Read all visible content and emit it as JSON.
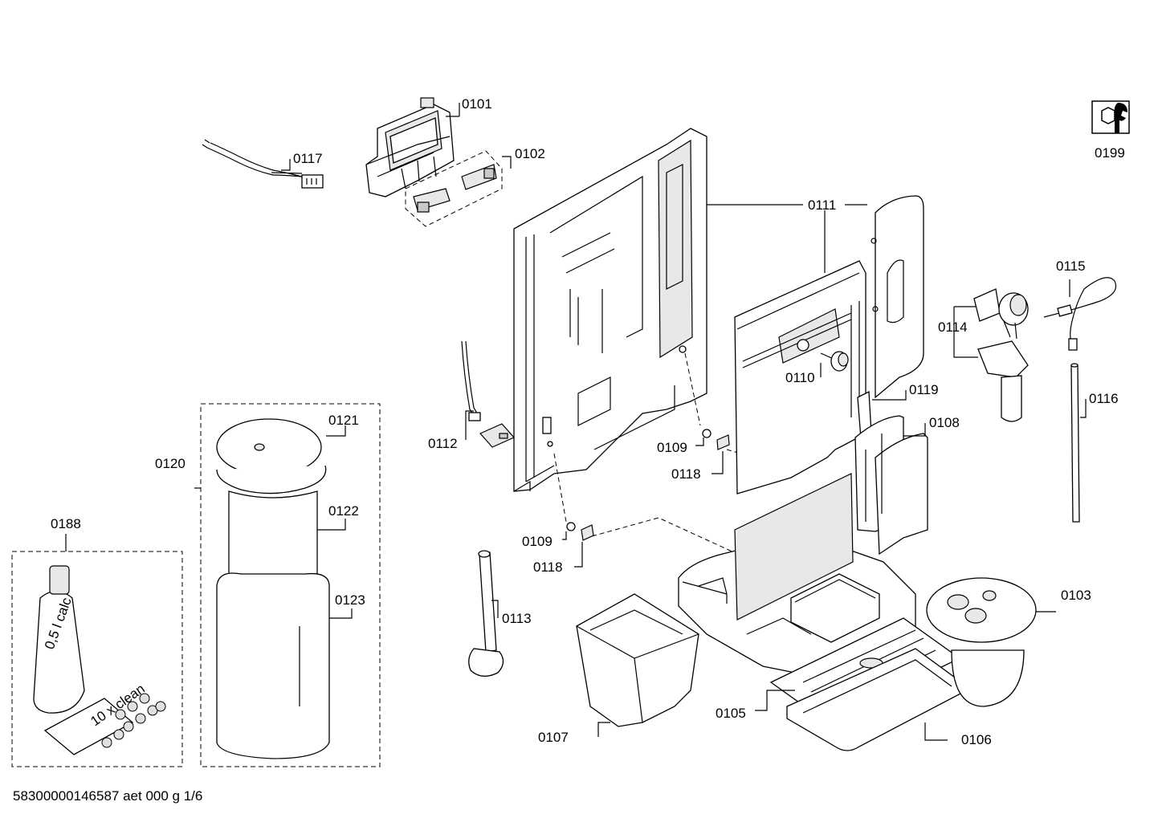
{
  "document_id": "58300000146587 aet 000 g 1/6",
  "parts": {
    "p0101": "0101",
    "p0102": "0102",
    "p0103": "0103",
    "p0105": "0105",
    "p0106": "0106",
    "p0107": "0107",
    "p0108": "0108",
    "p0109a": "0109",
    "p0109b": "0109",
    "p0110": "0110",
    "p0111": "0111",
    "p0112": "0112",
    "p0113": "0113",
    "p0114": "0114",
    "p0115": "0115",
    "p0116": "0116",
    "p0117": "0117",
    "p0118a": "0118",
    "p0118b": "0118",
    "p0119": "0119",
    "p0120": "0120",
    "p0121": "0121",
    "p0122": "0122",
    "p0123": "0123",
    "p0188": "0188",
    "p0199": "0199"
  },
  "bottle_label": "0,5 l calc",
  "tablet_card_label": "10 x clean",
  "icons": {
    "service_tool": "wrench-nut-icon"
  }
}
